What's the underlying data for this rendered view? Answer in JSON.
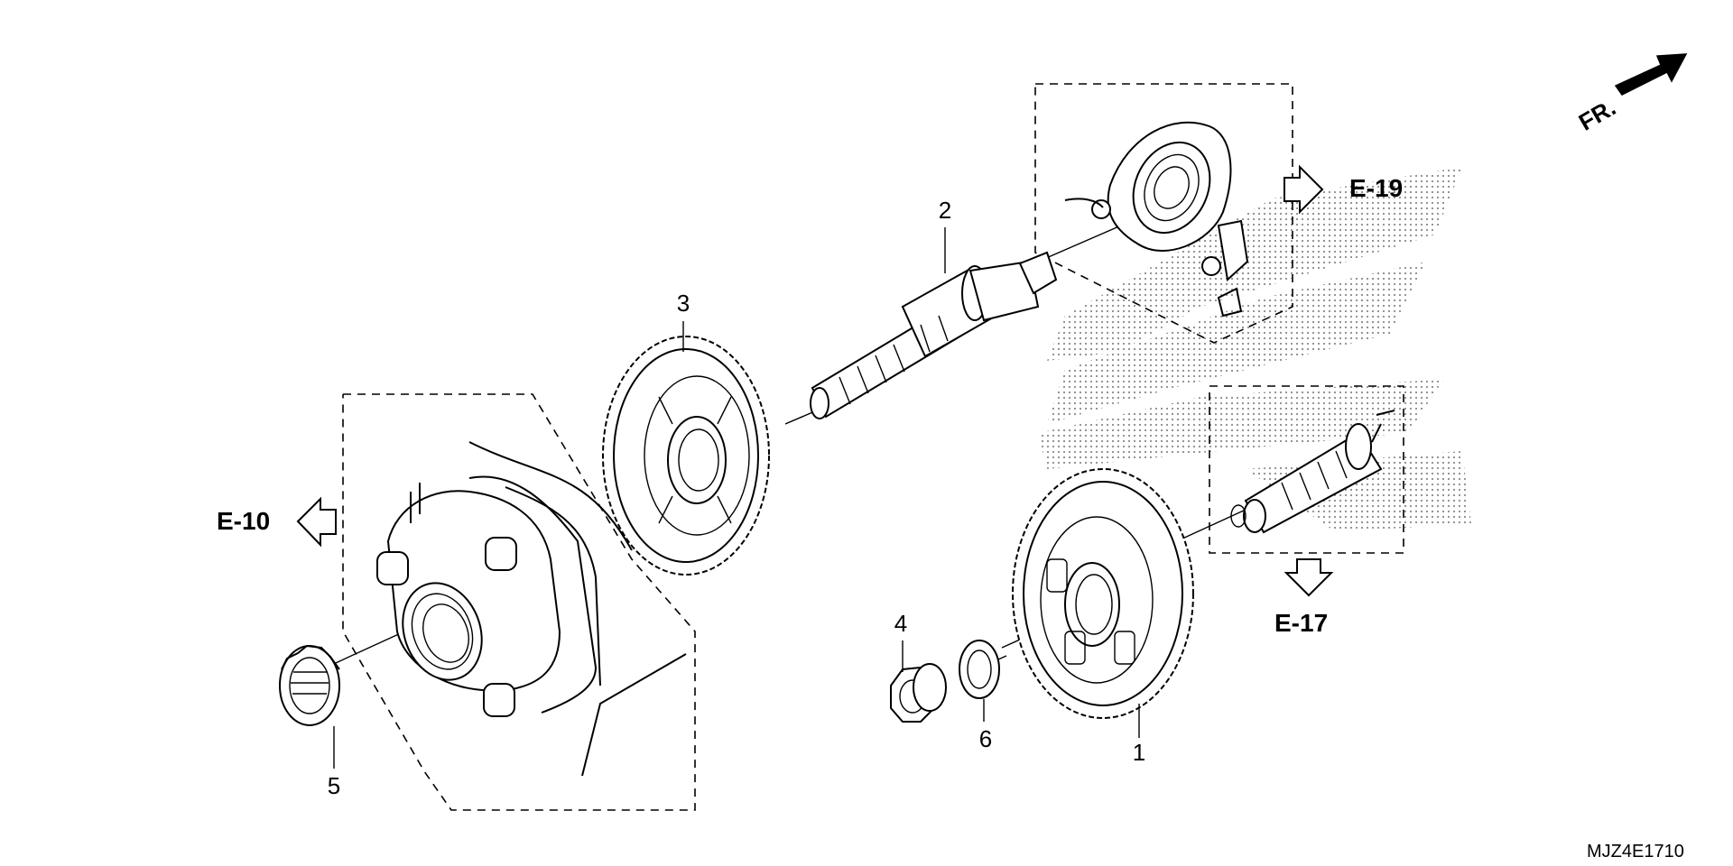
{
  "diagram": {
    "callouts": [
      {
        "id": "c1",
        "label": "1"
      },
      {
        "id": "c2",
        "label": "2"
      },
      {
        "id": "c3",
        "label": "3"
      },
      {
        "id": "c4",
        "label": "4"
      },
      {
        "id": "c5",
        "label": "5"
      },
      {
        "id": "c6",
        "label": "6"
      }
    ],
    "references": {
      "e10": "E-10",
      "e17": "E-17",
      "e19": "E-19"
    },
    "front_indicator": "FR.",
    "drawing_code": "MJZ4E1710"
  }
}
